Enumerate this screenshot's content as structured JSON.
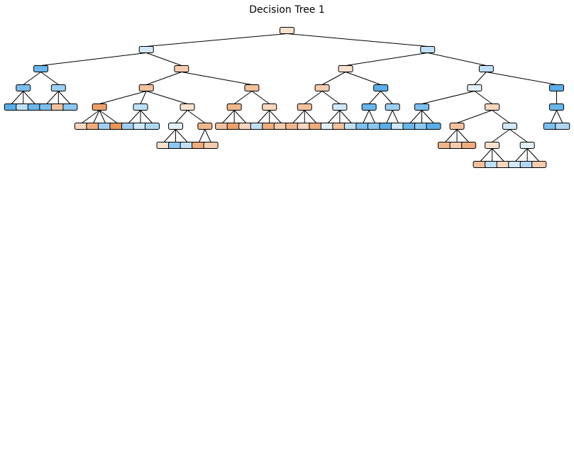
{
  "title": "Decision Tree 1",
  "colors": {
    "class_0": "#e58139",
    "class_1": "#399de5",
    "edge": "#000000",
    "node_border": "#000000",
    "background": "#ffffff"
  },
  "tree": {
    "p": 0.45,
    "c": [
      {
        "p": 0.55,
        "c": [
          {
            "p": 0.85,
            "c": [
              {
                "p": 0.8,
                "c": [
                  {
                    "p": 0.9
                  },
                  {
                    "p": 0.6
                  },
                  {
                    "p": 0.85
                  }
                ]
              },
              {
                "p": 0.7,
                "c": [
                  {
                    "p": 0.8
                  },
                  {
                    "p": 0.3
                  },
                  {
                    "p": 0.75
                  }
                ]
              }
            ]
          },
          {
            "p": 0.35,
            "c": [
              {
                "p": 0.3,
                "c": [
                  {
                    "p": 0.15,
                    "c": [
                      {
                        "p": 0.4
                      },
                      {
                        "p": 0.2
                      },
                      {
                        "p": 0.7
                      },
                      {
                        "p": 0.1
                      }
                    ]
                  },
                  {
                    "p": 0.6,
                    "c": [
                      {
                        "p": 0.7
                      },
                      {
                        "p": 0.55
                      },
                      {
                        "p": 0.65
                      }
                    ]
                  },
                  {
                    "p": 0.45,
                    "c": [
                      {
                        "p": 0.5,
                        "c": [
                          {
                            "p": 0.45
                          },
                          {
                            "p": 0.75
                          },
                          {
                            "p": 0.6
                          }
                        ]
                      },
                      {
                        "p": 0.25,
                        "c": [
                          {
                            "p": 0.2
                          },
                          {
                            "p": 0.35
                          }
                        ]
                      }
                    ]
                  }
                ]
              },
              {
                "p": 0.3,
                "c": [
                  {
                    "p": 0.25,
                    "c": [
                      {
                        "p": 0.3
                      },
                      {
                        "p": 0.15
                      },
                      {
                        "p": 0.4
                      }
                    ]
                  },
                  {
                    "p": 0.4,
                    "c": [
                      {
                        "p": 0.6
                      },
                      {
                        "p": 0.2
                      },
                      {
                        "p": 0.35
                      }
                    ]
                  }
                ]
              }
            ]
          }
        ]
      },
      {
        "p": 0.6,
        "c": [
          {
            "p": 0.45,
            "c": [
              {
                "p": 0.35,
                "c": [
                  {
                    "p": 0.3,
                    "c": [
                      {
                        "p": 0.25
                      },
                      {
                        "p": 0.4
                      },
                      {
                        "p": 0.2
                      }
                    ]
                  },
                  {
                    "p": 0.55,
                    "c": [
                      {
                        "p": 0.5
                      },
                      {
                        "p": 0.3
                      },
                      {
                        "p": 0.6
                      }
                    ]
                  }
                ]
              },
              {
                "p": 0.9,
                "c": [
                  {
                    "p": 0.85,
                    "c": [
                      {
                        "p": 0.8
                      },
                      {
                        "p": 0.75
                      }
                    ]
                  },
                  {
                    "p": 0.7,
                    "c": [
                      {
                        "p": 0.9
                      },
                      {
                        "p": 0.55
                      }
                    ]
                  }
                ]
              }
            ]
          },
          {
            "p": 0.6,
            "c": [
              {
                "p": 0.5,
                "c": [
                  {
                    "p": 0.8,
                    "c": [
                      {
                        "p": 0.85
                      },
                      {
                        "p": 0.75
                      },
                      {
                        "p": 0.9
                      }
                    ]
                  },
                  {
                    "p": 0.4,
                    "c": [
                      {
                        "p": 0.3,
                        "c": [
                          {
                            "p": 0.25
                          },
                          {
                            "p": 0.35
                          },
                          {
                            "p": 0.2
                          }
                        ]
                      },
                      {
                        "p": 0.55,
                        "c": [
                          {
                            "p": 0.45,
                            "c": [
                              {
                                "p": 0.3
                              },
                              {
                                "p": 0.6
                              },
                              {
                                "p": 0.4
                              }
                            ]
                          },
                          {
                            "p": 0.5,
                            "c": [
                              {
                                "p": 0.55
                              },
                              {
                                "p": 0.65
                              },
                              {
                                "p": 0.35
                              }
                            ]
                          }
                        ]
                      }
                    ]
                  }
                ]
              },
              {
                "p": 0.9,
                "c": [
                  {
                    "p": 0.85,
                    "c": [
                      {
                        "p": 0.8
                      },
                      {
                        "p": 0.65
                      }
                    ]
                  }
                ]
              }
            ]
          }
        ]
      }
    ]
  }
}
